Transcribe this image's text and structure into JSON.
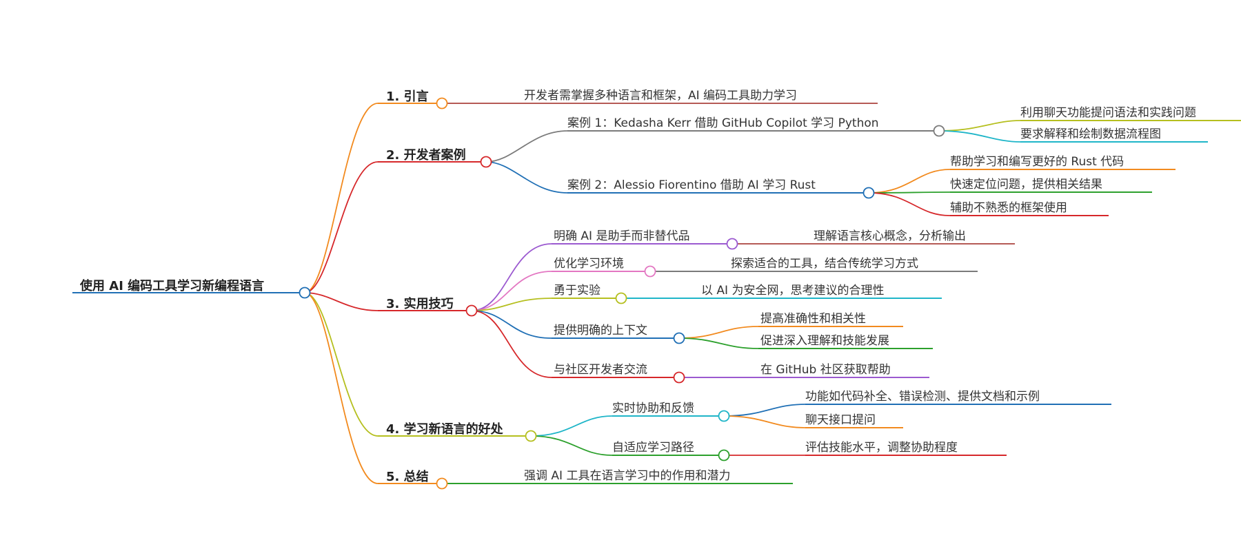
{
  "root": {
    "label": "使用 AI 编码工具学习新编程语言",
    "color": "#1f6fb5"
  },
  "branches": [
    {
      "id": "b1",
      "label": "1. 引言",
      "color": "#f28a1e",
      "children": [
        {
          "label": "开发者需掌握多种语言和框架，AI 编码工具助力学习",
          "color": "#b55a55"
        }
      ]
    },
    {
      "id": "b2",
      "label": "2. 开发者案例",
      "color": "#d6272a",
      "children": [
        {
          "label": "案例 1：Kedasha Kerr 借助 GitHub Copilot 学习 Python",
          "color": "#7a7a7a",
          "children": [
            {
              "label": "利用聊天功能提问语法和实践问题",
              "color": "#b5bf1e"
            },
            {
              "label": "要求解释和绘制数据流程图",
              "color": "#1eb5c8"
            }
          ]
        },
        {
          "label": "案例 2：Alessio Fiorentino 借助 AI 学习 Rust",
          "color": "#1f6fb5",
          "children": [
            {
              "label": "帮助学习和编写更好的 Rust 代码",
              "color": "#f28a1e"
            },
            {
              "label": "快速定位问题，提供相关结果",
              "color": "#2ca02c"
            },
            {
              "label": "辅助不熟悉的框架使用",
              "color": "#d6272a"
            }
          ]
        }
      ]
    },
    {
      "id": "b3",
      "label": "3. 实用技巧",
      "color": "#d6272a",
      "children": [
        {
          "label": "明确 AI 是助手而非替代品",
          "color": "#9b59d0",
          "children": [
            {
              "label": "理解语言核心概念，分析输出",
              "color": "#b55a55"
            }
          ]
        },
        {
          "label": "优化学习环境",
          "color": "#e377c2",
          "children": [
            {
              "label": "探索适合的工具，结合传统学习方式",
              "color": "#7a7a7a"
            }
          ]
        },
        {
          "label": "勇于实验",
          "color": "#b5bf1e",
          "children": [
            {
              "label": "以 AI 为安全网，思考建议的合理性",
              "color": "#1eb5c8"
            }
          ]
        },
        {
          "label": "提供明确的上下文",
          "color": "#1f6fb5",
          "children": [
            {
              "label": "提高准确性和相关性",
              "color": "#f28a1e"
            },
            {
              "label": "促进深入理解和技能发展",
              "color": "#2ca02c"
            }
          ]
        },
        {
          "label": "与社区开发者交流",
          "color": "#d6272a",
          "children": [
            {
              "label": "在 GitHub 社区获取帮助",
              "color": "#9b59d0"
            }
          ]
        }
      ]
    },
    {
      "id": "b4",
      "label": "4. 学习新语言的好处",
      "color": "#b5bf1e",
      "children": [
        {
          "label": "实时协助和反馈",
          "color": "#1eb5c8",
          "children": [
            {
              "label": "功能如代码补全、错误检测、提供文档和示例",
              "color": "#1f6fb5"
            },
            {
              "label": "聊天接口提问",
              "color": "#f28a1e"
            }
          ]
        },
        {
          "label": "自适应学习路径",
          "color": "#2ca02c",
          "children": [
            {
              "label": "评估技能水平，调整协助程度",
              "color": "#d6272a"
            }
          ]
        }
      ]
    },
    {
      "id": "b5",
      "label": "5. 总结",
      "color": "#f28a1e",
      "children": [
        {
          "label": "强调 AI 工具在语言学习中的作用和潜力",
          "color": "#2ca02c"
        }
      ]
    }
  ]
}
